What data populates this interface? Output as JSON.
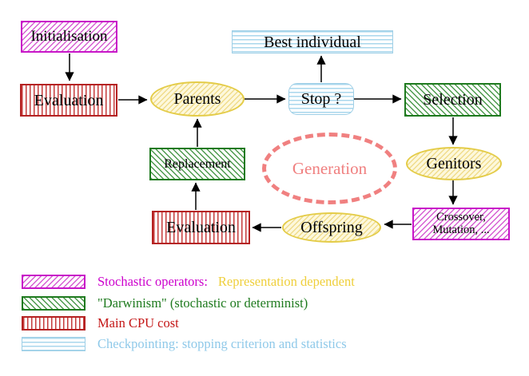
{
  "nodes": {
    "initialisation": {
      "label": "Initialisation"
    },
    "evaluation_top": {
      "label": "Evaluation"
    },
    "parents": {
      "label": "Parents"
    },
    "best_individual": {
      "label": "Best individual"
    },
    "stop": {
      "label": "Stop ?"
    },
    "selection": {
      "label": "Selection"
    },
    "genitors": {
      "label": "Genitors"
    },
    "crossover_mutation": {
      "line1": "Crossover,",
      "line2": "Mutation, ..."
    },
    "offspring": {
      "label": "Offspring"
    },
    "evaluation_bottom": {
      "label": "Evaluation"
    },
    "replacement": {
      "label": "Replacement"
    },
    "generation": {
      "label": "Generation"
    }
  },
  "legend": {
    "stochastic": {
      "label": "Stochastic operators:",
      "qualifier": "Representation dependent"
    },
    "darwinism": {
      "label": "\"Darwinism\" (stochastic or determinist)"
    },
    "cpu": {
      "label": "Main CPU cost"
    },
    "checkpointing": {
      "label": "Checkpointing: stopping criterion and statistics"
    }
  },
  "colors": {
    "magenta": "#cc00cc",
    "dark_green": "#1e7a1e",
    "red": "#c41616",
    "gold": "#efcf3b",
    "light_blue": "#8fc9e9",
    "salmon": "#f08080",
    "arrow_black": "#000000"
  }
}
